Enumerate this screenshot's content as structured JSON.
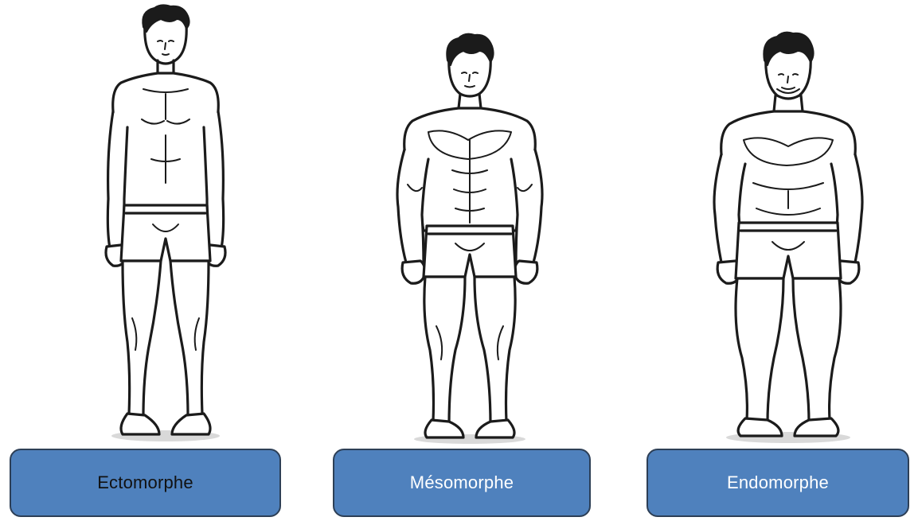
{
  "body_types": [
    {
      "label": "Ectomorphe",
      "box_color": "#4f81bd",
      "text_color": "#111111"
    },
    {
      "label": "Mésomorphe",
      "box_color": "#4f81bd",
      "text_color": "#ffffff"
    },
    {
      "label": "Endomorphe",
      "box_color": "#4f81bd",
      "text_color": "#ffffff"
    }
  ],
  "icons": [
    "ectomorph-figure",
    "mesomorph-figure",
    "endomorph-figure"
  ]
}
